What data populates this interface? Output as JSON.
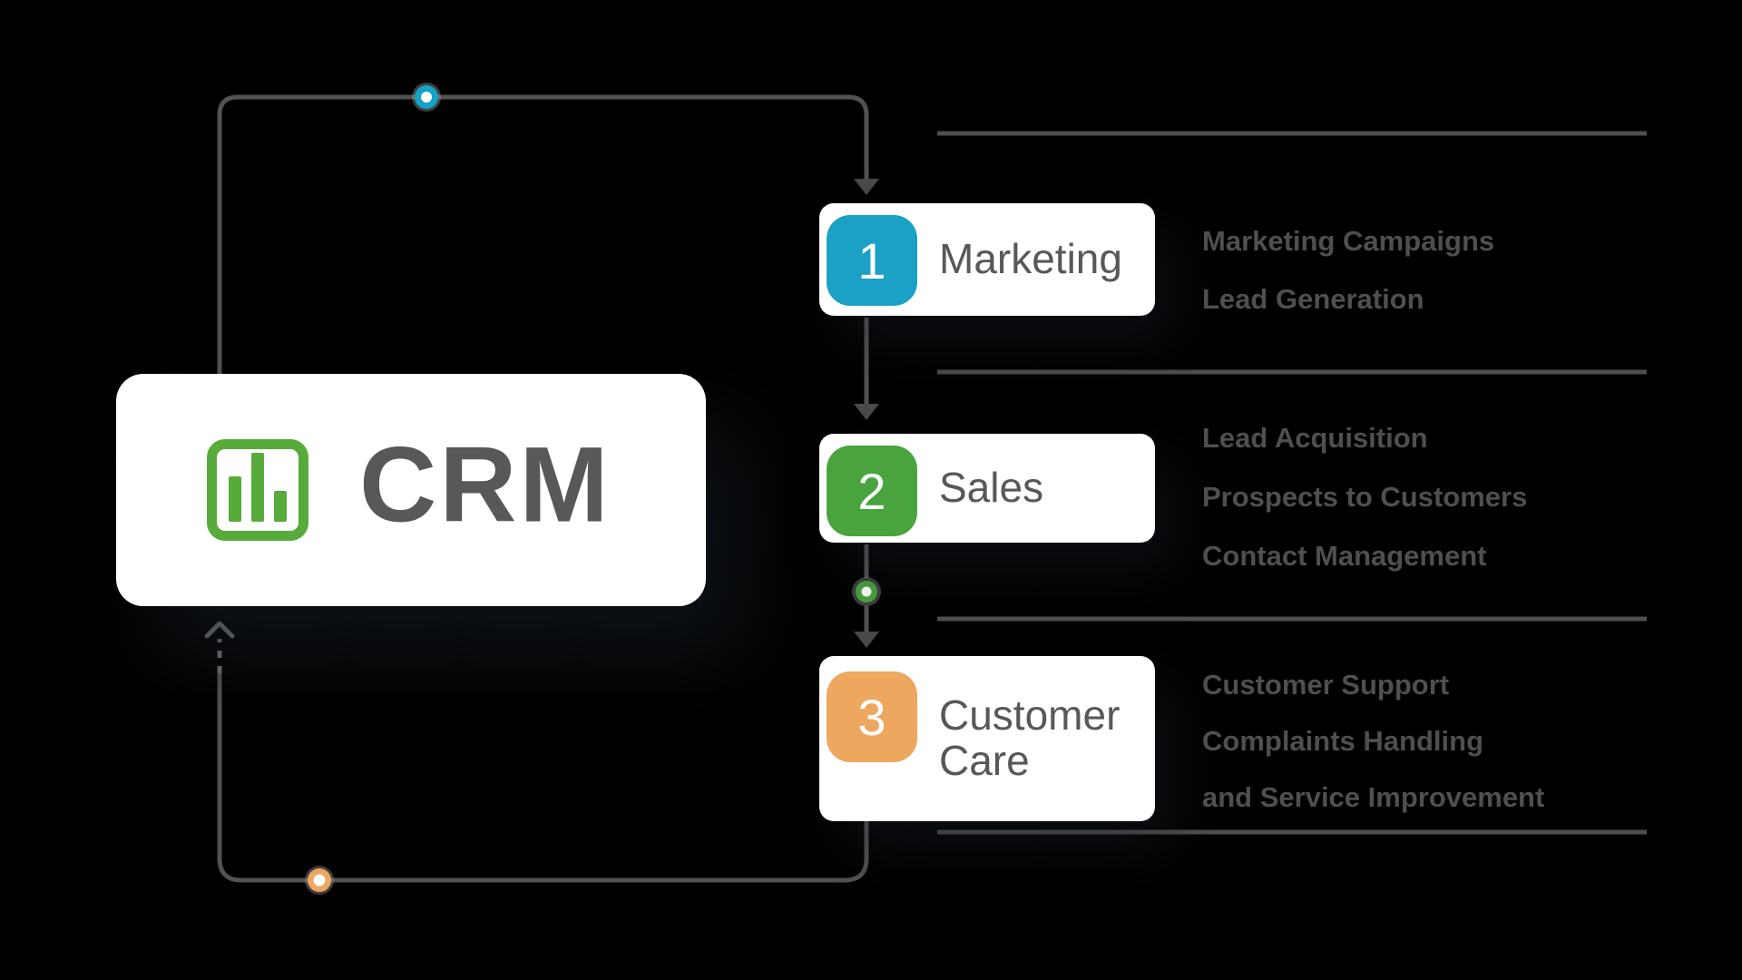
{
  "logo": {
    "text": "CRM",
    "icon": "bar-chart-icon",
    "icon_color": "#57ab3a"
  },
  "colors": {
    "background": "#000000",
    "card": "#ffffff",
    "wire_gray": "#525252",
    "divider_gray": "#4e4e4e",
    "label_gray": "#57585a",
    "description_gray": "#4f4f4f",
    "marketing_accent": "#1ba1c5",
    "sales_accent": "#4aa43e",
    "care_accent": "#eda75f"
  },
  "steps": [
    {
      "number": "1",
      "label": "Marketing",
      "accent": "#1ba1c5",
      "marker": "cyan-dot",
      "descriptions": [
        "Marketing Campaigns",
        "Lead Generation"
      ]
    },
    {
      "number": "2",
      "label": "Sales",
      "accent": "#4aa43e",
      "marker": "green-dot",
      "descriptions": [
        "Lead Acquisition",
        "Prospects to Customers",
        "Contact Management"
      ]
    },
    {
      "number": "3",
      "label": "Customer Care",
      "accent": "#eda75f",
      "marker": "orange-dot",
      "descriptions": [
        "Customer Support",
        "Complaints Handling",
        "and Service Improvement"
      ]
    }
  ]
}
